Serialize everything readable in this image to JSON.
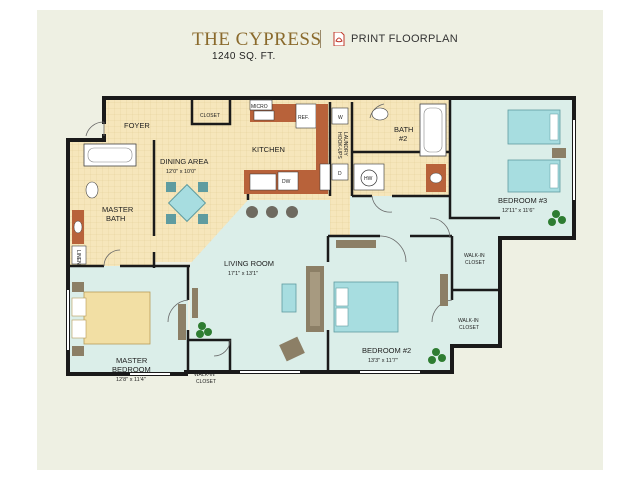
{
  "header": {
    "title": "THE CYPRESS",
    "print_label": "PRINT FLOORPLAN",
    "sqft": "1240 SQ. FT."
  },
  "rooms": {
    "foyer": "FOYER",
    "closet": "CLOSET",
    "dining": "DINING AREA",
    "dining_dim": "12'0\" x 10'0\"",
    "kitchen": "KITCHEN",
    "master_bath_1": "MASTER",
    "master_bath_2": "BATH",
    "living": "LIVING ROOM",
    "living_dim": "17'1\" x 13'1\"",
    "master_bed_1": "MASTER",
    "master_bed_2": "BEDROOM",
    "master_bed_dim": "12'8\" x 11'4\"",
    "walkin_1": "WALK-IN",
    "closet_word": "CLOSET",
    "bedroom2": "BEDROOM #2",
    "bedroom2_dim": "13'3\" x 11'7\"",
    "bedroom3": "BEDROOM #3",
    "bedroom3_dim": "12'11\" x 11'6\"",
    "bath2_1": "BATH",
    "bath2_2": "#2"
  },
  "fixtures": {
    "micro": "MICRO",
    "ref": "REF.",
    "washer": "W",
    "dryer": "D",
    "laundry": "LAUNDRY",
    "hookups": "HOOK-UPS",
    "dishwasher": "DW",
    "water_heater": "HW",
    "linen": "LINEN"
  },
  "colors": {
    "title": "#8a6a2c",
    "wall": "#1a1a1a",
    "floor_light": "#dbeee9",
    "tile": "#f6e6bb",
    "counter": "#b8623a",
    "carpet_bed": "#f2dfa4",
    "sofa": "#8c7f66"
  }
}
